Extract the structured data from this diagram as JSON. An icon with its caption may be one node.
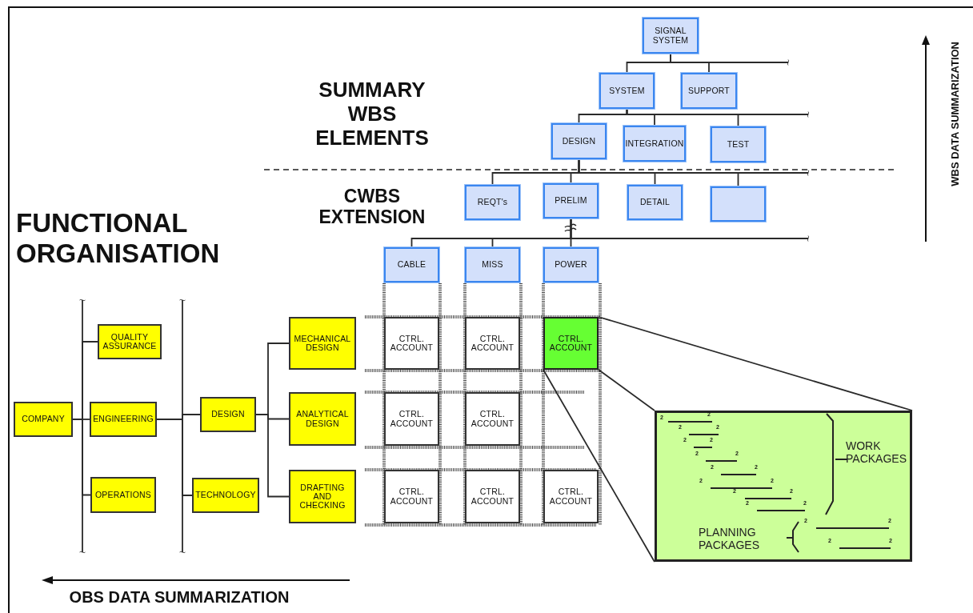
{
  "diagram": {
    "nodes": [
      {
        "text": [
          "SIGNAL SYSTEM"
        ]
      },
      {
        "text": [
          "SYSTEM"
        ]
      },
      {
        "text": [
          "SUPPORT"
        ]
      },
      {
        "text": [
          "DESIGN"
        ]
      },
      {
        "text": [
          "INTEGRATION"
        ]
      },
      {
        "text": [
          "TEST"
        ]
      },
      {
        "text": [
          "REQT's"
        ]
      },
      {
        "text": [
          "PRELIM"
        ]
      },
      {
        "text": [
          "DETAIL"
        ]
      },
      {
        "text": [],
        "shape": "box"
      },
      {
        "text": [
          "CABLE"
        ]
      },
      {
        "text": [
          "MISS"
        ]
      },
      {
        "text": [
          "POWER"
        ]
      },
      {
        "text": [
          "COMPANY"
        ]
      },
      {
        "text": [
          "QUALITY ASSURANCE"
        ]
      },
      {
        "text": [
          "ENGINEERING"
        ]
      },
      {
        "text": [
          "OPERATIONS"
        ]
      },
      {
        "text": [
          "DESIGN"
        ]
      },
      {
        "text": [
          "TECHNOLOGY"
        ]
      },
      {
        "text": [
          "MECHANICAL DESIGN"
        ]
      },
      {
        "text": [
          "ANALYTICAL DESIGN"
        ]
      },
      {
        "text": [
          "DRAFTING AND CHECKING"
        ]
      },
      {
        "text": [
          "CTRL. ACCOUNT"
        ]
      },
      {
        "text": [
          "CTRL. ACCOUNT"
        ]
      },
      {
        "text": [
          "CTRL. ACCOUNT"
        ]
      },
      {
        "text": [
          "CTRL. ACCOUNT"
        ]
      },
      {
        "text": [
          "CTRL. ACCOUNT"
        ]
      },
      {
        "text": [
          "CTRL. ACCOUNT"
        ]
      },
      {
        "text": [
          "CTRL. ACCOUNT"
        ]
      },
      {
        "text": [
          "CTRL. ACCOUNT"
        ]
      },
      {
        "text": [
          "WORK PACKAGES",
          "PLANNING PACKAGES"
        ]
      }
    ],
    "edges": [
      {
        "from": 0,
        "to": 1,
        "arrow": "none"
      },
      {
        "from": 0,
        "to": 2,
        "arrow": "none"
      },
      {
        "from": 0,
        "to": null,
        "arrow": "other"
      },
      {
        "from": 1,
        "to": 3,
        "arrow": "none"
      },
      {
        "from": 1,
        "to": 4,
        "arrow": "none"
      },
      {
        "from": 1,
        "to": 5,
        "arrow": "none"
      },
      {
        "from": 1,
        "to": null,
        "arrow": "other"
      },
      {
        "from": 3,
        "to": 6,
        "arrow": "none"
      },
      {
        "from": 3,
        "to": 7,
        "arrow": "none"
      },
      {
        "from": 3,
        "to": 8,
        "arrow": "none"
      },
      {
        "from": 3,
        "to": 9,
        "arrow": "none"
      },
      {
        "from": 3,
        "to": null,
        "arrow": "other"
      },
      {
        "from": 7,
        "to": 10,
        "arrow": "none"
      },
      {
        "from": 7,
        "to": 11,
        "arrow": "none"
      },
      {
        "from": 7,
        "to": 12,
        "arrow": "none"
      },
      {
        "from": 7,
        "to": null,
        "arrow": "other"
      },
      {
        "from": 13,
        "to": 14,
        "arrow": "none"
      },
      {
        "from": 13,
        "to": 15,
        "arrow": "none"
      },
      {
        "from": 13,
        "to": 16,
        "arrow": "none"
      },
      {
        "from": 13,
        "to": null,
        "arrow": "other"
      },
      {
        "from": 13,
        "to": null,
        "arrow": "other"
      },
      {
        "from": 15,
        "to": 17,
        "arrow": "none"
      },
      {
        "from": 15,
        "to": 18,
        "arrow": "none"
      },
      {
        "from": 15,
        "to": null,
        "arrow": "other"
      },
      {
        "from": 15,
        "to": null,
        "arrow": "other"
      },
      {
        "from": 17,
        "to": 19,
        "arrow": "none"
      },
      {
        "from": 17,
        "to": 20,
        "arrow": "none"
      },
      {
        "from": 17,
        "to": 21,
        "arrow": "none"
      },
      {
        "from": 24,
        "to": 30,
        "arrow": "none"
      },
      {
        "from": 24,
        "to": 30,
        "arrow": "none"
      },
      {
        "from": 24,
        "to": 30,
        "arrow": "none"
      }
    ],
    "labels": [
      "SUMMARY WBS ELEMENTS",
      "CWBS EXTENSION",
      "FUNCTIONAL ORGANISATION",
      "WBS DATA SUMMARIZATION",
      "OBS DATA SUMMARIZATION",
      "2",
      "2",
      "2",
      "2",
      "2",
      "2",
      "2",
      "2",
      "2",
      "2",
      "2",
      "2",
      "2",
      "2",
      "2",
      "2",
      "2",
      "2",
      "2",
      "2"
    ]
  }
}
